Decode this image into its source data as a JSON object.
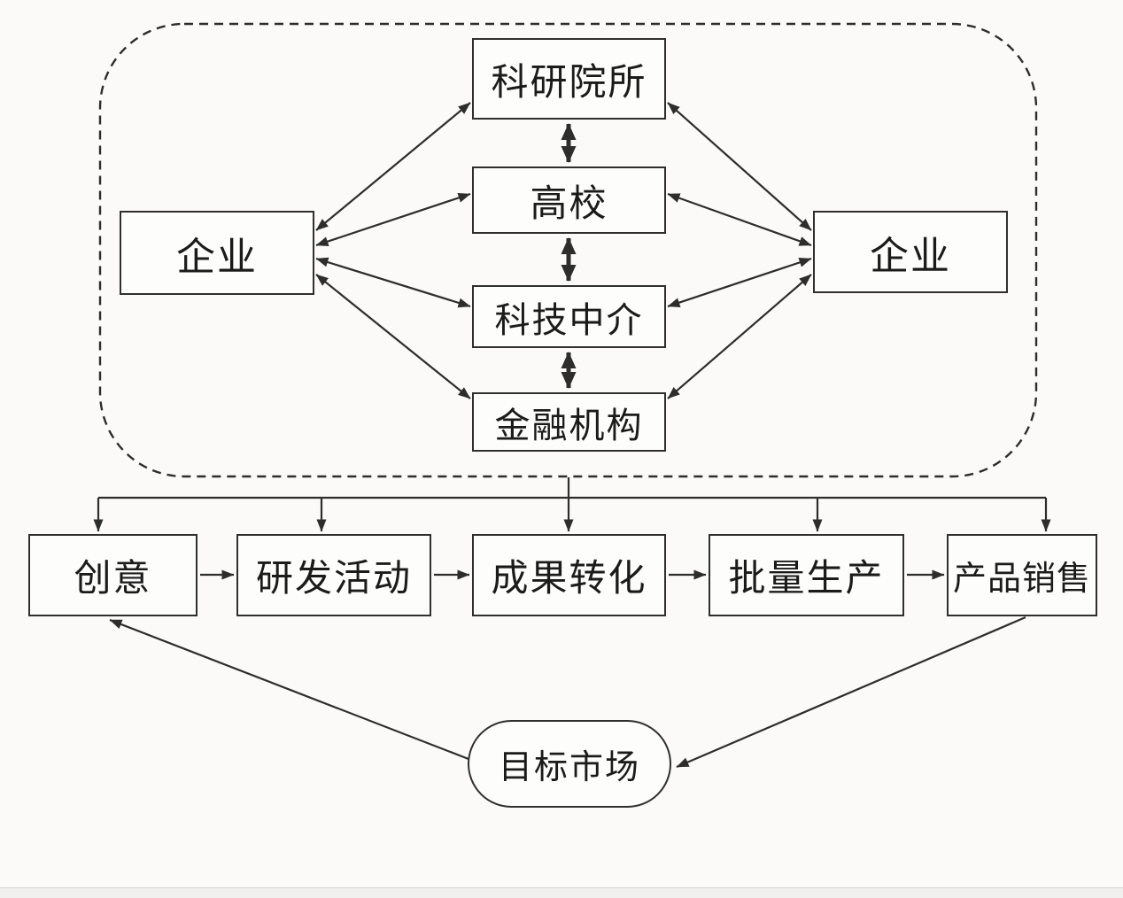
{
  "diagram": {
    "cluster": {
      "center_nodes": [
        "科研院所",
        "高校",
        "科技中介",
        "金融机构"
      ],
      "left_node": "企业",
      "right_node": "企业"
    },
    "process_nodes": [
      "创意",
      "研发活动",
      "成果转化",
      "批量生产",
      "产品销售"
    ],
    "market_node": "目标市场",
    "edges": [
      {
        "from": "科研院所",
        "to": "高校",
        "type": "bidirectional-thick"
      },
      {
        "from": "高校",
        "to": "科技中介",
        "type": "bidirectional-thick"
      },
      {
        "from": "科技中介",
        "to": "金融机构",
        "type": "bidirectional-thick"
      },
      {
        "from": "企业(左)",
        "to": "科研院所",
        "type": "bidirectional"
      },
      {
        "from": "企业(左)",
        "to": "高校",
        "type": "bidirectional"
      },
      {
        "from": "企业(左)",
        "to": "科技中介",
        "type": "bidirectional"
      },
      {
        "from": "企业(左)",
        "to": "金融机构",
        "type": "bidirectional"
      },
      {
        "from": "企业(右)",
        "to": "科研院所",
        "type": "bidirectional"
      },
      {
        "from": "企业(右)",
        "to": "高校",
        "type": "bidirectional"
      },
      {
        "from": "企业(右)",
        "to": "科技中介",
        "type": "bidirectional"
      },
      {
        "from": "企业(右)",
        "to": "金融机构",
        "type": "bidirectional"
      },
      {
        "from": "创新主体集群(虚线框)",
        "to": "创意",
        "type": "directed"
      },
      {
        "from": "创新主体集群(虚线框)",
        "to": "研发活动",
        "type": "directed"
      },
      {
        "from": "创新主体集群(虚线框)",
        "to": "成果转化",
        "type": "directed"
      },
      {
        "from": "创新主体集群(虚线框)",
        "to": "批量生产",
        "type": "directed"
      },
      {
        "from": "创新主体集群(虚线框)",
        "to": "产品销售",
        "type": "directed"
      },
      {
        "from": "创意",
        "to": "研发活动",
        "type": "directed"
      },
      {
        "from": "研发活动",
        "to": "成果转化",
        "type": "directed"
      },
      {
        "from": "成果转化",
        "to": "批量生产",
        "type": "directed"
      },
      {
        "from": "批量生产",
        "to": "产品销售",
        "type": "directed"
      },
      {
        "from": "产品销售",
        "to": "目标市场",
        "type": "directed"
      },
      {
        "from": "目标市场",
        "to": "创意",
        "type": "directed"
      }
    ],
    "colors": {
      "line": "#2d2d2d",
      "background": "#fbfaf8",
      "node_fill": "#fdfdfc",
      "footer_strip": "#f1f0ee"
    }
  }
}
